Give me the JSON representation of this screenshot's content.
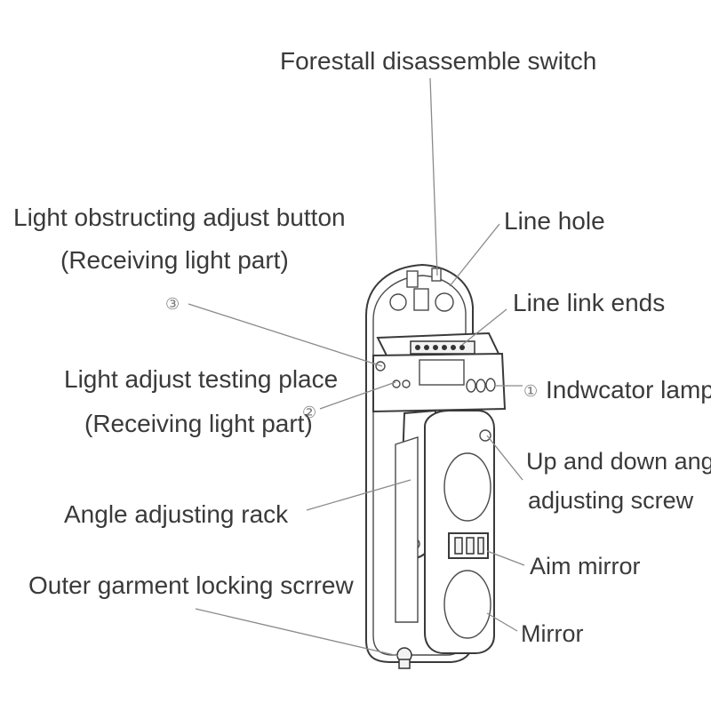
{
  "diagram": {
    "labels": {
      "forestall_switch": "Forestall disassemble switch",
      "light_obstructing_1": "Light obstructing adjust button",
      "light_obstructing_2": "(Receiving light part)",
      "marker_3": "③",
      "line_hole": "Line hole",
      "line_link_ends": "Line link ends",
      "light_adjust_1": "Light adjust testing place",
      "light_adjust_2": "(Receiving light part)",
      "marker_2": "②",
      "indicator_marker": "①",
      "indicator_lamp": "Indwcator lamp",
      "updown_1": "Up and down angle",
      "updown_2": "adjusting screw",
      "angle_rack": "Angle adjusting rack",
      "aim_mirror": "Aim mirror",
      "outer_garment": "Outer garment locking scrrew",
      "mirror": "Mirror"
    }
  }
}
